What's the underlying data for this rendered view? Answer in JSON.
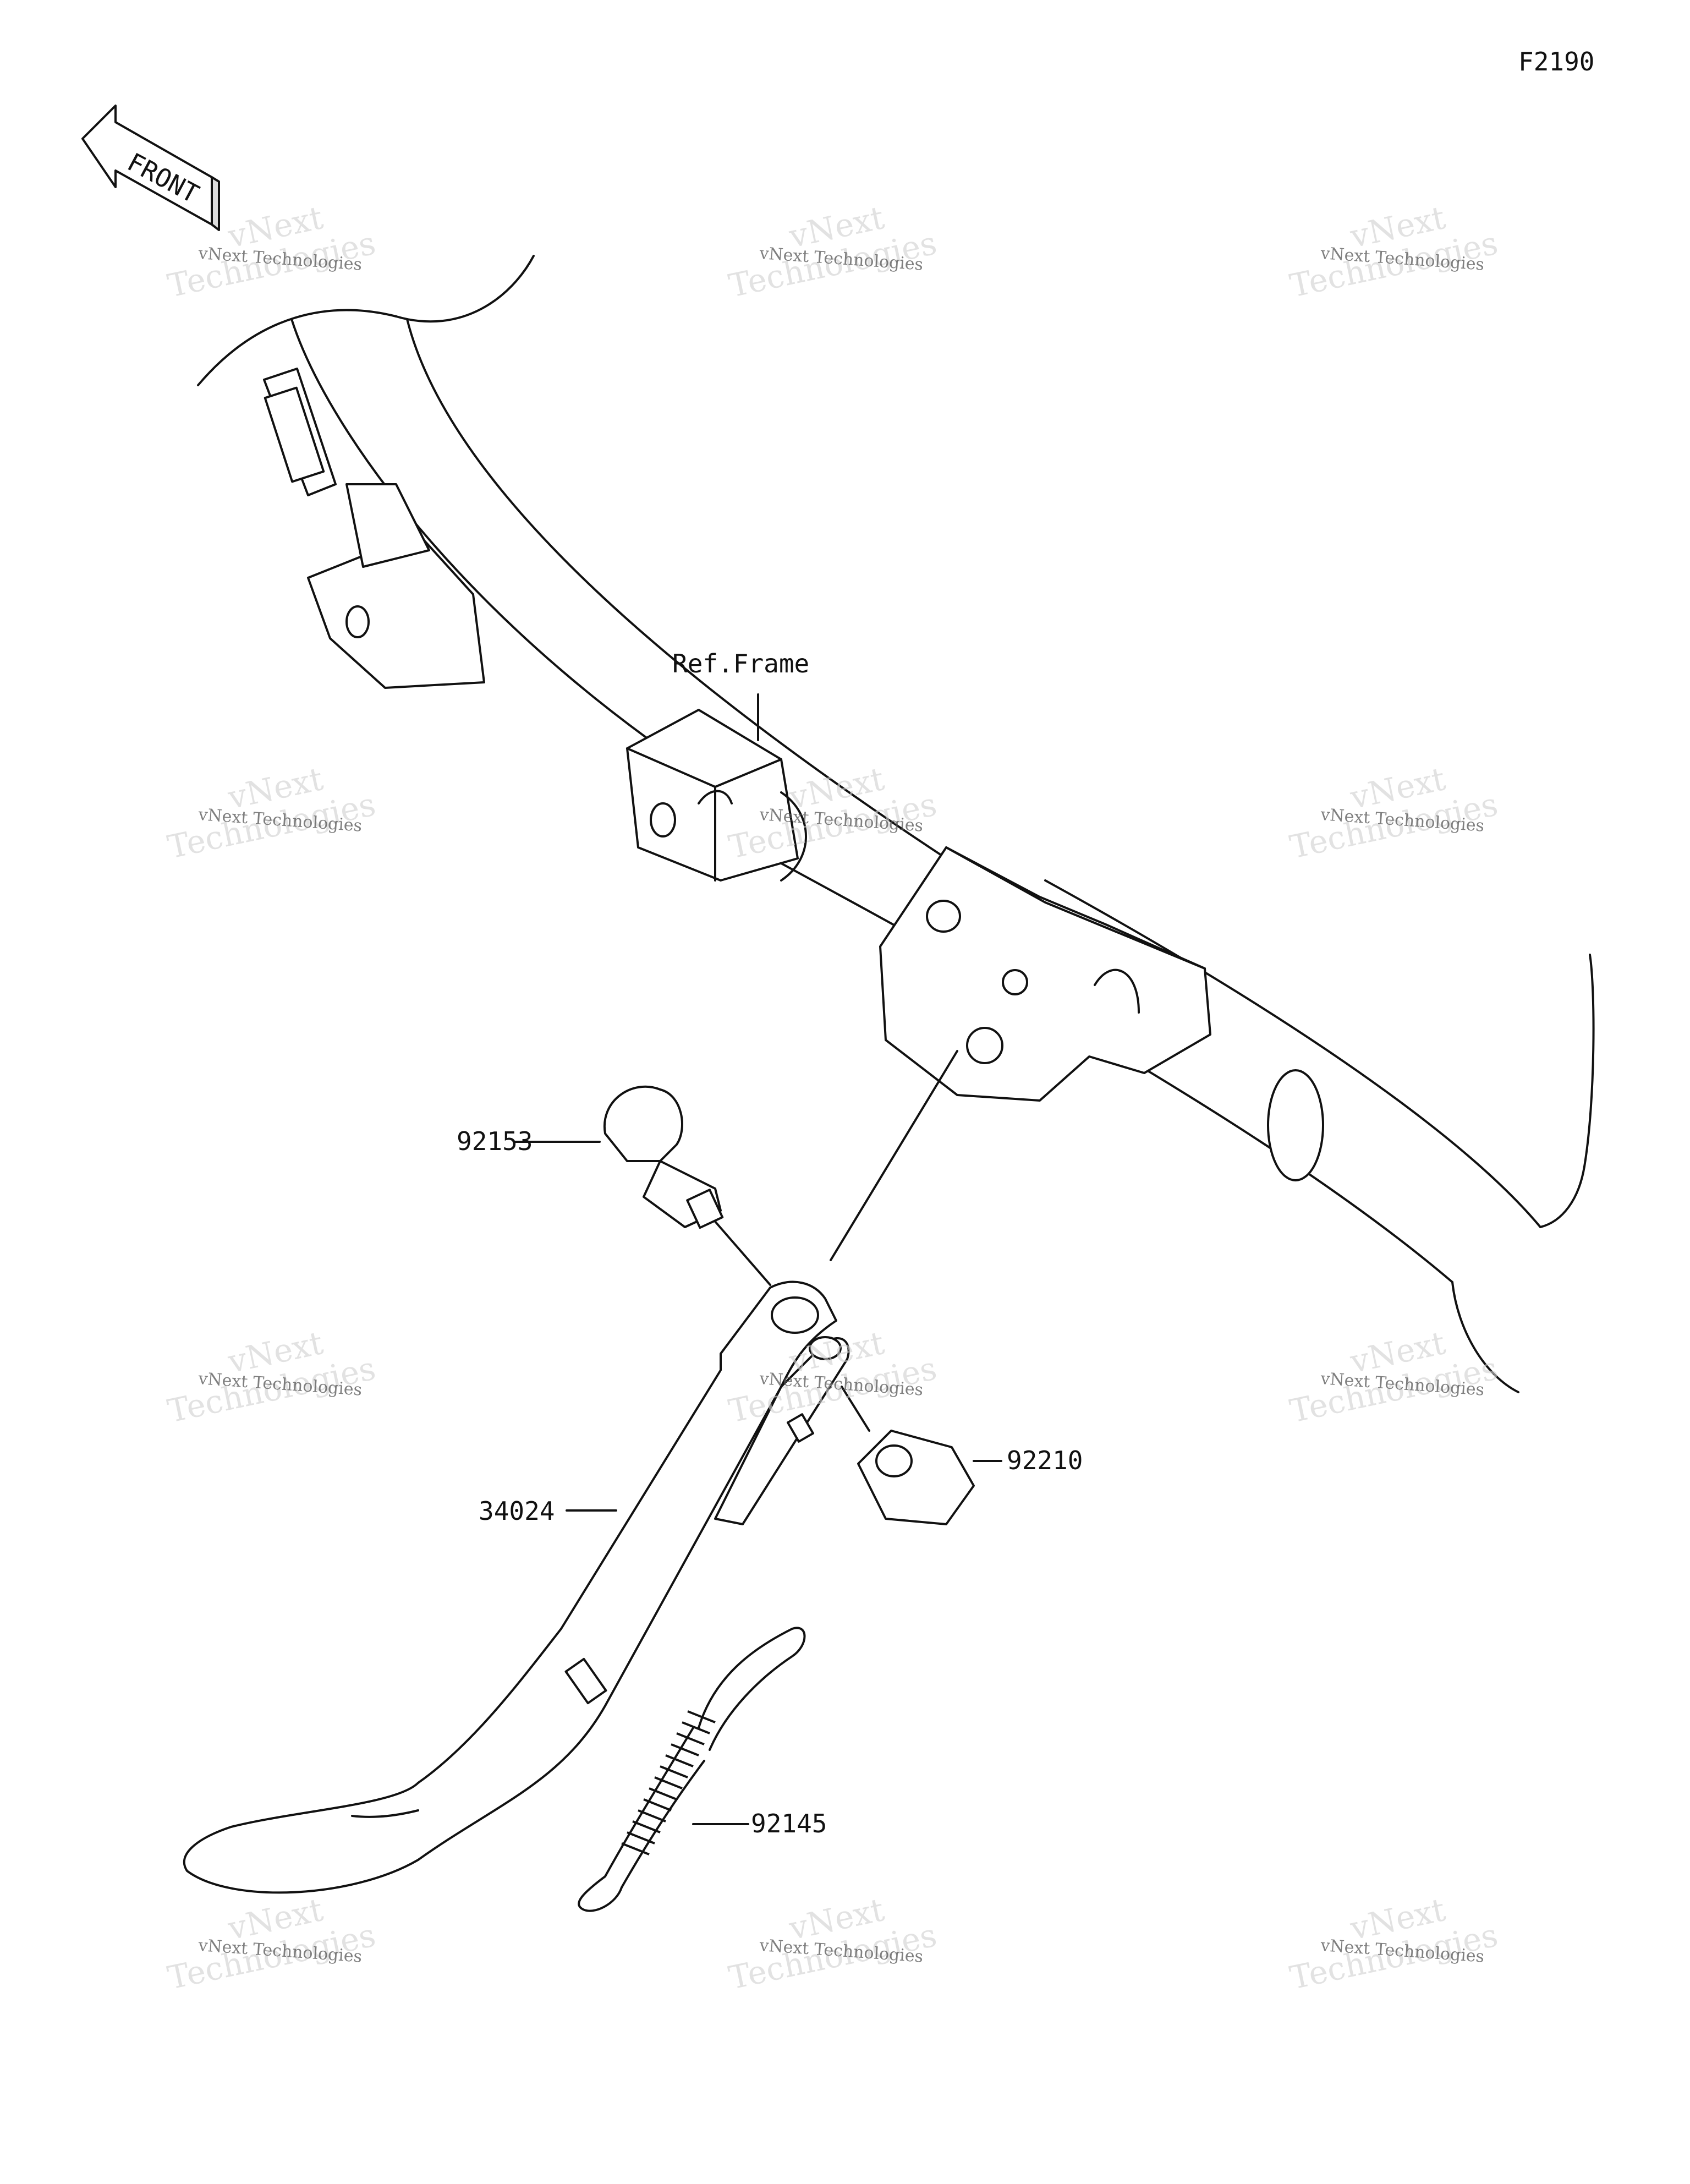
{
  "figure_code": "F2190",
  "front_label": "FRONT",
  "ref_label": "Ref.Frame",
  "callouts": {
    "bolt": "92153",
    "side_stand": "34024",
    "nut": "92210",
    "spring": "92145"
  },
  "watermark": {
    "line1": "vNext Technologies",
    "line2": "vNext",
    "line3": "Technologies"
  }
}
